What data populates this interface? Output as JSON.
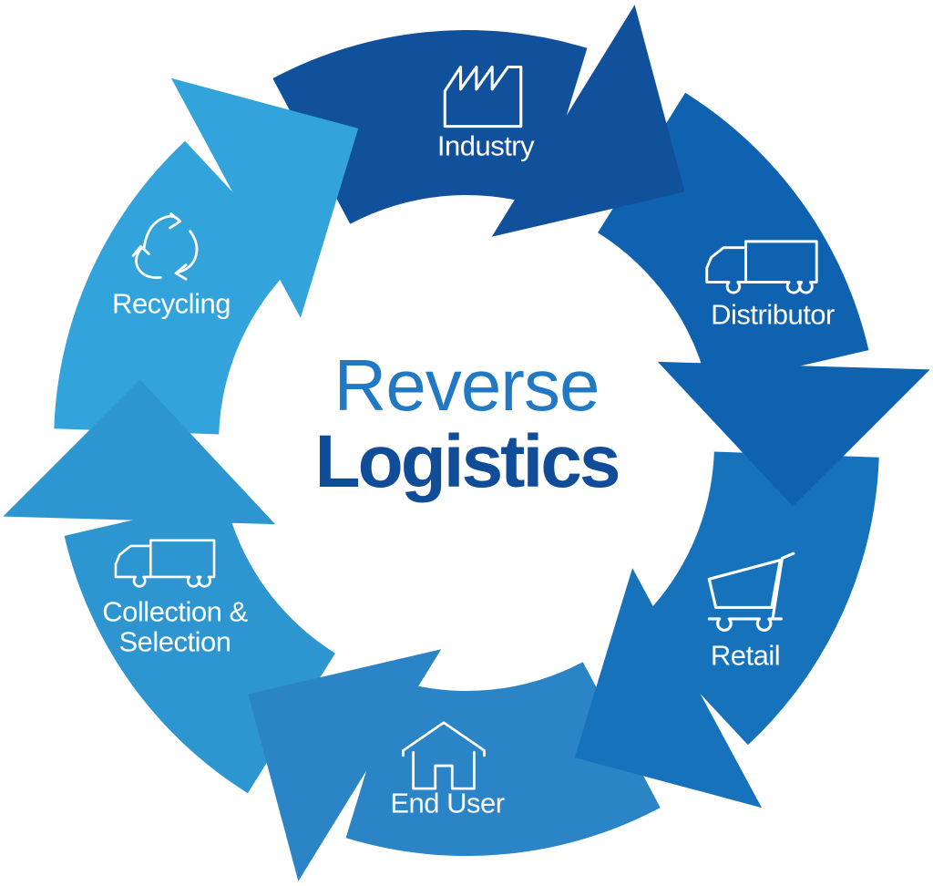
{
  "title": {
    "line1": "Reverse",
    "line2": "Logistics",
    "line1_color": "#2079c2",
    "line2_color": "#114c98"
  },
  "diagram": {
    "background": "#ffffff",
    "direction": "clockwise",
    "label_color": "#ffffff",
    "icon_color": "#ffffff",
    "segments": [
      {
        "id": "industry",
        "label": "Industry",
        "color": "#11519c",
        "icon": "factory-icon"
      },
      {
        "id": "distributor",
        "label": "Distributor",
        "color": "#0f62af",
        "icon": "truck-icon"
      },
      {
        "id": "retail",
        "label": "Retail",
        "color": "#1673bb",
        "icon": "cart-icon"
      },
      {
        "id": "end-user",
        "label": "End User",
        "color": "#2a84c6",
        "icon": "house-icon"
      },
      {
        "id": "collection-selection",
        "label": "Collection &\nSelection",
        "color": "#2d96d1",
        "icon": "truck-icon"
      },
      {
        "id": "recycling",
        "label": "Recycling",
        "color": "#32a4db",
        "icon": "recycle-icon"
      }
    ]
  }
}
